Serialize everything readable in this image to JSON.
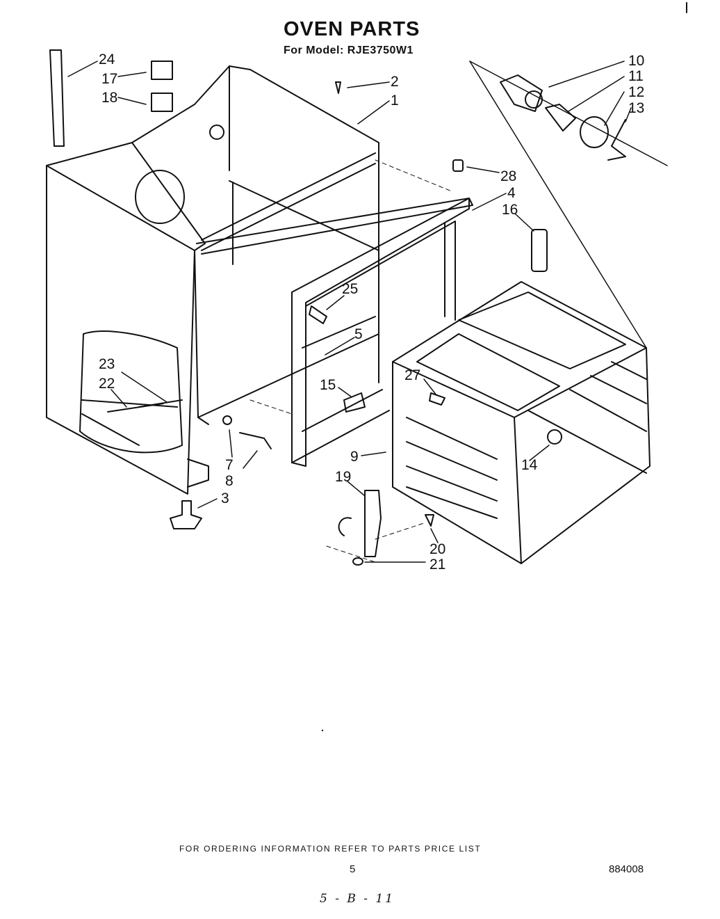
{
  "title": "OVEN PARTS",
  "subtitle": "For Model: RJE3750W1",
  "callouts": [
    "24",
    "17",
    "18",
    "2",
    "1",
    "10",
    "11",
    "12",
    "13",
    "28",
    "4",
    "16",
    "25",
    "5",
    "15",
    "27",
    "23",
    "22",
    "7",
    "8",
    "3",
    "9",
    "19",
    "14",
    "20",
    "21"
  ],
  "footer": {
    "note": "FOR ORDERING INFORMATION REFER TO PARTS PRICE LIST",
    "page_number": "5",
    "doc_number": "884008",
    "handwritten": "5 - B - 11"
  }
}
